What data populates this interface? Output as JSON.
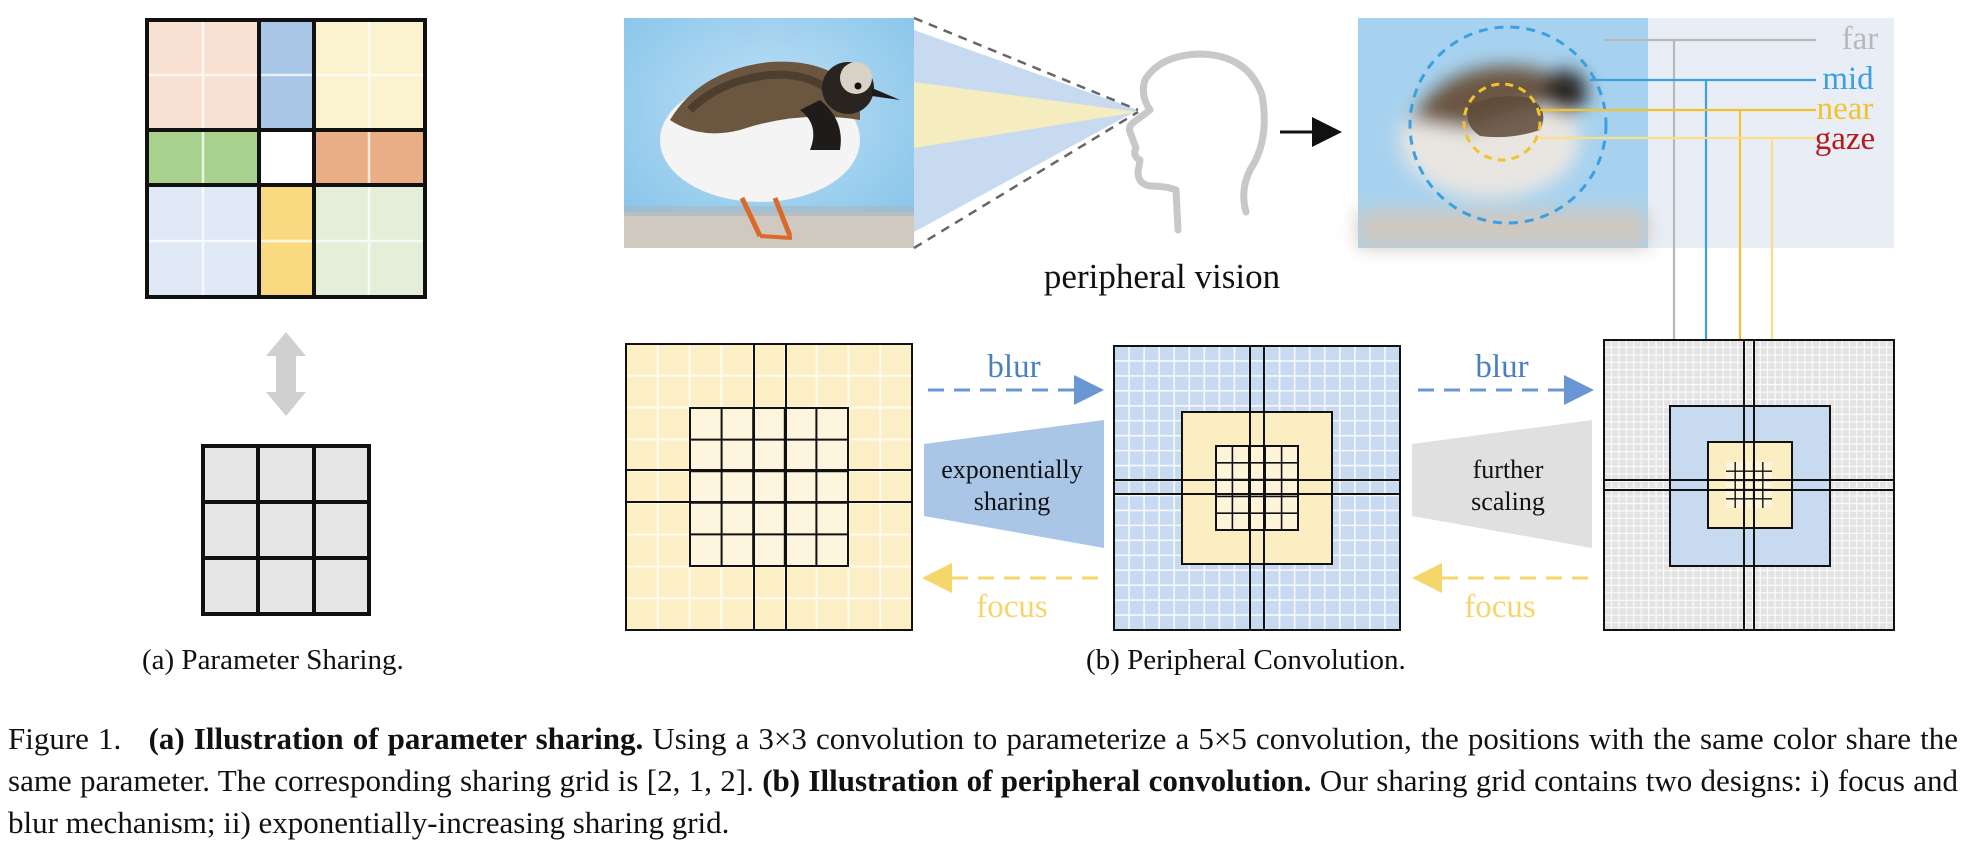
{
  "labels": {
    "peripheral_vision": "peripheral vision",
    "blur": "blur",
    "focus": "focus",
    "exponentially": "exponentially",
    "sharing": "sharing",
    "further": "further",
    "scaling": "scaling",
    "far": "far",
    "mid": "mid",
    "near": "near",
    "gaze": "gaze"
  },
  "subcaptions": {
    "a": "(a) Parameter Sharing.",
    "b": "(b) Peripheral Convolution."
  },
  "caption": {
    "prefix": "Figure 1.",
    "a_bold": "(a) Illustration of parameter sharing.",
    "a_text": " Using a 3×3 convolution to parameterize a 5×5 convolution, the positions with the same color share the same parameter. The corresponding sharing grid is [2, 1, 2]. ",
    "b_bold": "(b) Illustration of peripheral convolution.",
    "b_text": " Our sharing grid contains two designs: i) focus and blur mechanism; ii) exponentially-increasing sharing grid."
  },
  "colors": {
    "yellow_light": "#fbf1cc",
    "blue_light": "#c8daf0",
    "gray_light": "#e6e6e6",
    "blur_blue": "#4a7fc1",
    "focus_yellow": "#f5d66b",
    "far_gray": "#b8b8b8",
    "mid_blue": "#3aa0e0",
    "near_yellow": "#f2c230",
    "gaze_red": "#b51a1a"
  }
}
